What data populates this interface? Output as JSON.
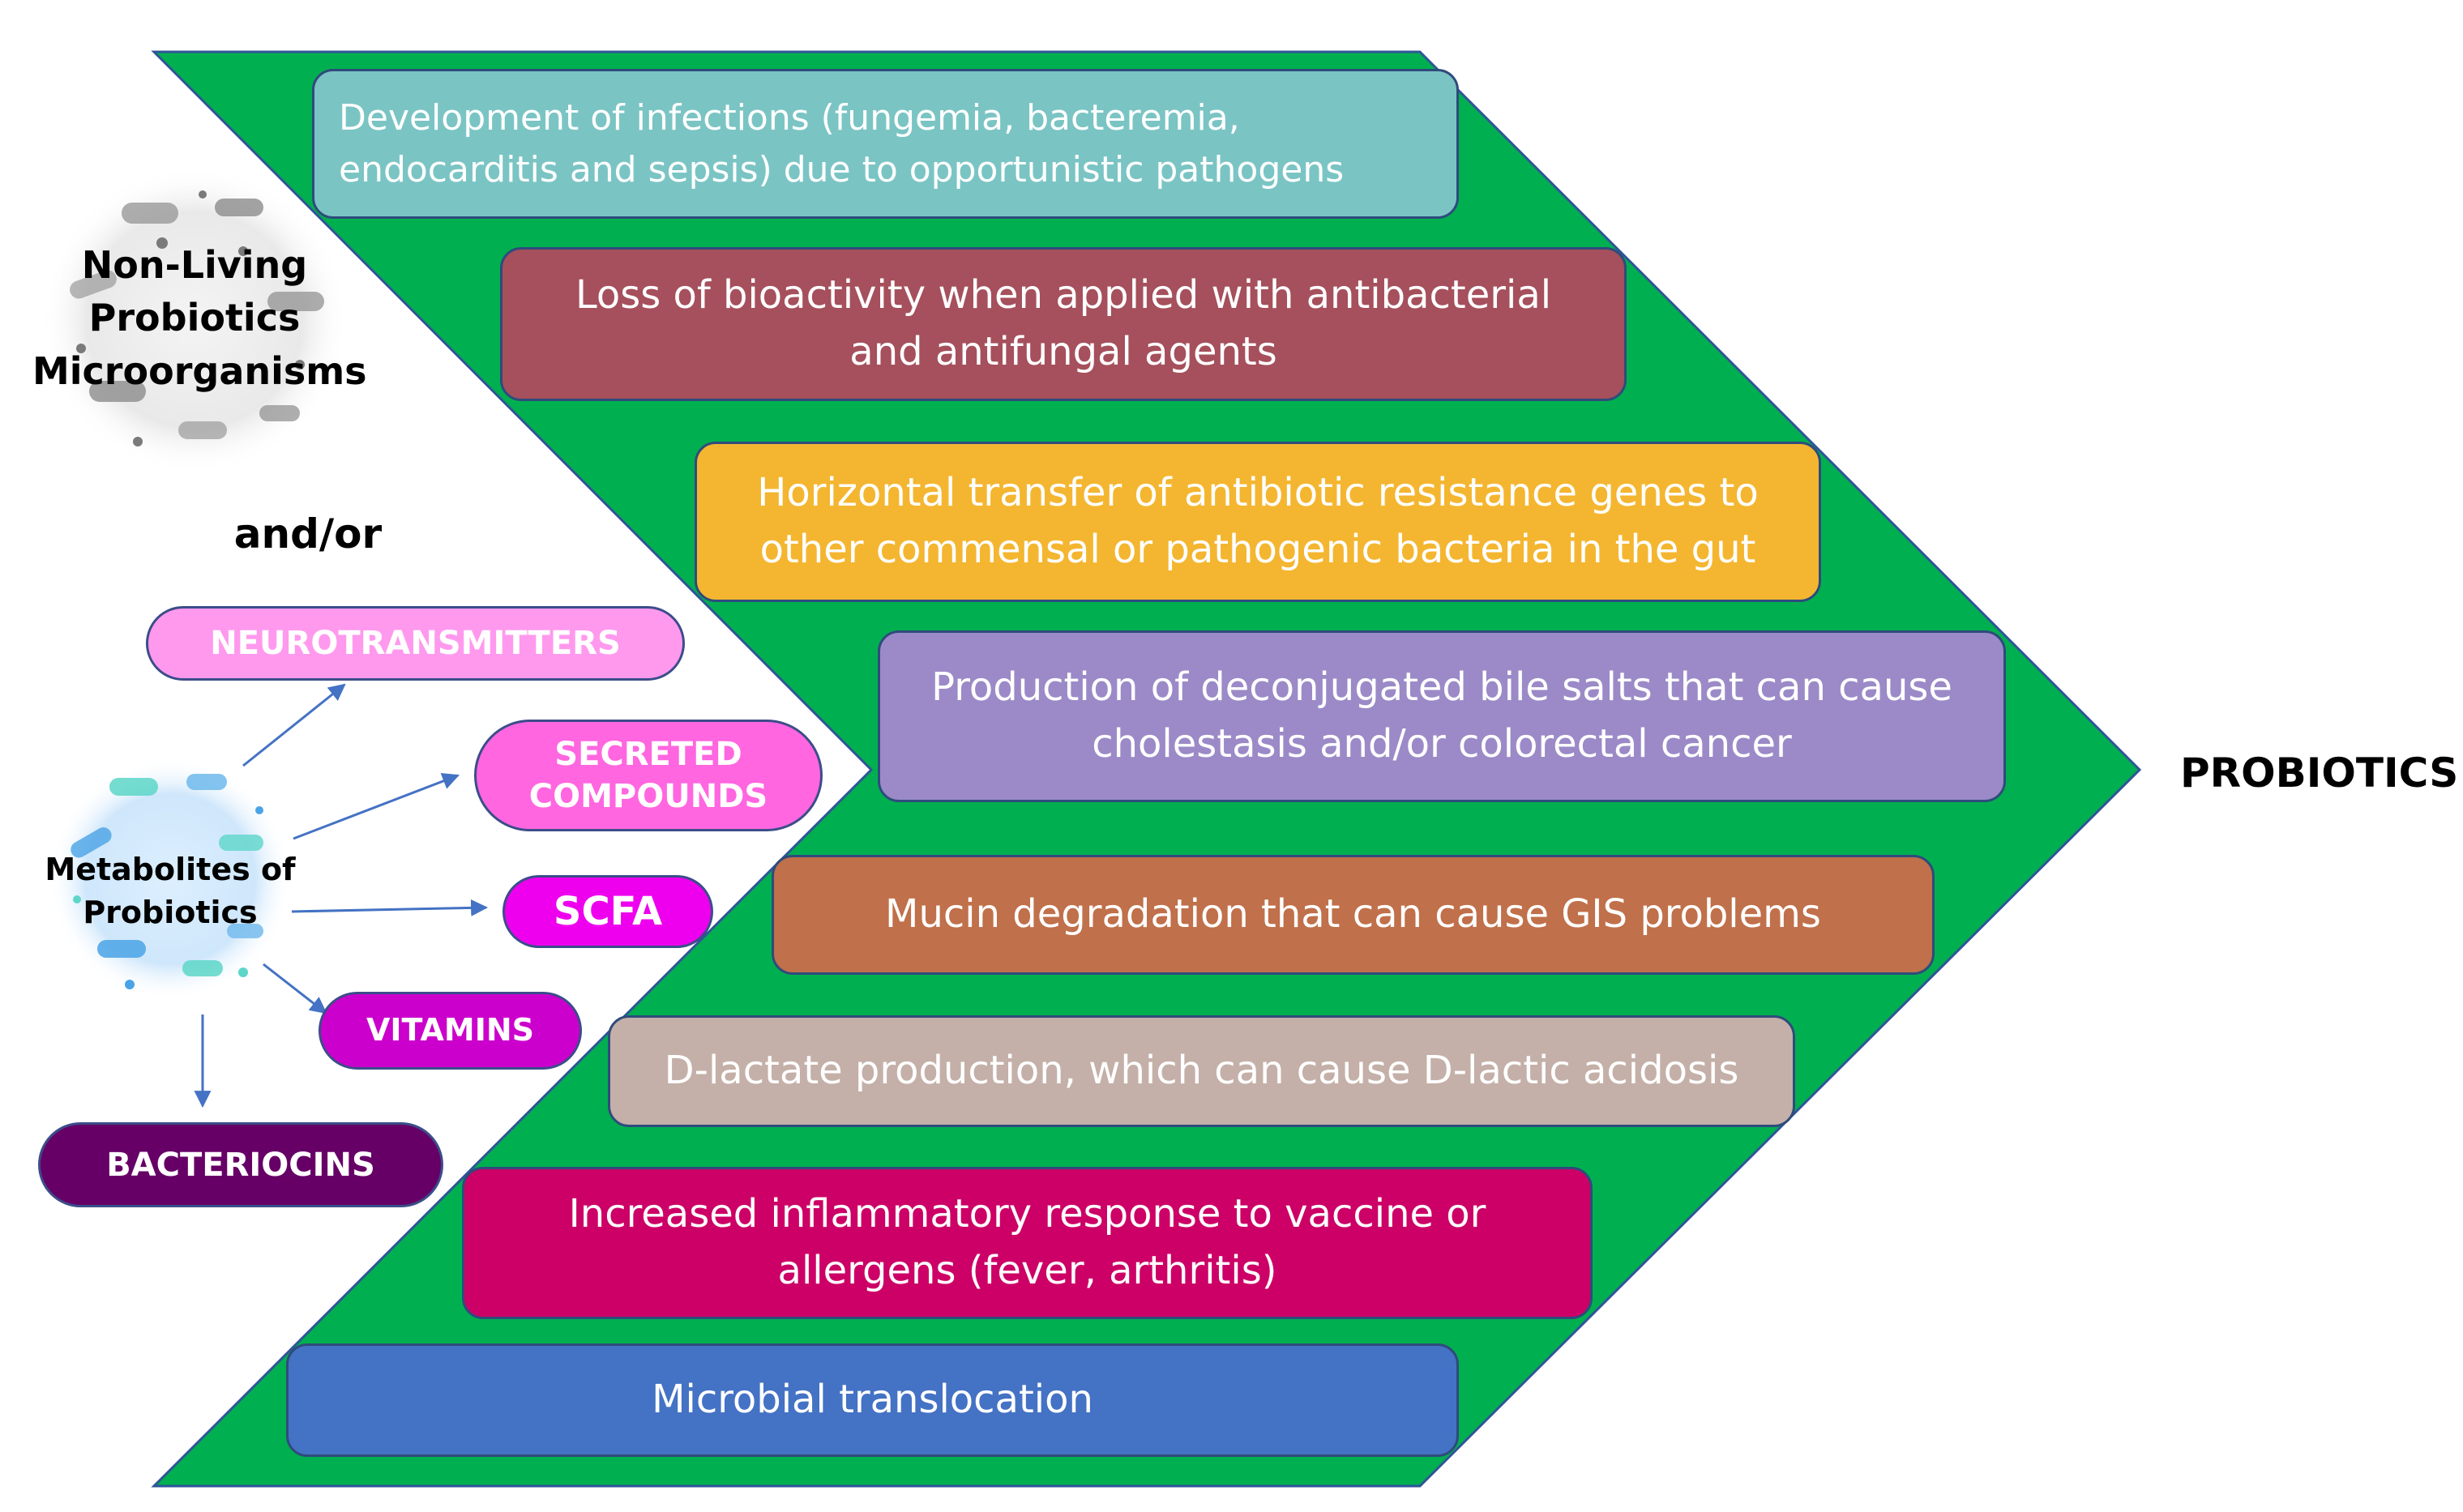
{
  "colors": {
    "chevron_green": "#00b050",
    "risk_1": "#7bc4c4",
    "risk_2": "#a5505c",
    "risk_3": "#f4b630",
    "risk_4": "#9b8ac7",
    "risk_5": "#c0704a",
    "risk_6": "#c4b0a8",
    "risk_7": "#cc0066",
    "risk_8": "#4472c4",
    "pill_neurotransmitters": "#ff99ee",
    "pill_secreted": "#ff66e0",
    "pill_scfa": "#ee00ee",
    "pill_vitamins": "#cc00cc",
    "pill_bacteriocins": "#660066"
  },
  "main_label": "PROBIOTICS",
  "non_living": {
    "line1": "Non-Living",
    "line2": "Probiotics",
    "line3": "Microorganisms"
  },
  "connector": "and/or",
  "metabolites": {
    "line1": "Metabolites of",
    "line2": "Probiotics"
  },
  "metabolite_products": {
    "neurotransmitters": "NEUROTRANSMITTERS",
    "secreted_line1": "SECRETED",
    "secreted_line2": "COMPOUNDS",
    "scfa": "SCFA",
    "vitamins": "VITAMINS",
    "bacteriocins": "BACTERIOCINS"
  },
  "risks": [
    {
      "line1": "Development of infections (fungemia, bacteremia,",
      "line2": "endocarditis and sepsis) due to opportunistic pathogens"
    },
    {
      "line1": "Loss of bioactivity when applied with antibacterial",
      "line2": "and antifungal agents"
    },
    {
      "line1": "Horizontal transfer of antibiotic resistance genes to",
      "line2": "other commensal or pathogenic bacteria in the gut"
    },
    {
      "line1": "Production of deconjugated bile salts that can cause",
      "line2": "cholestasis and/or colorectal cancer"
    },
    {
      "line1": "Mucin degradation that can cause GIS problems"
    },
    {
      "line1": "D-lactate production, which can cause D-lactic acidosis"
    },
    {
      "line1": "Increased inflammatory response to vaccine or",
      "line2": "allergens (fever, arthritis)"
    },
    {
      "line1": "Microbial translocation"
    }
  ]
}
